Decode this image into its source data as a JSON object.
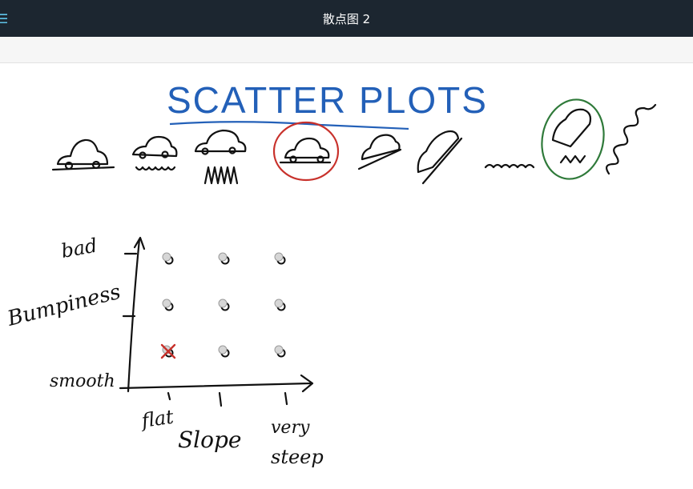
{
  "header": {
    "title": "散点图 2",
    "menu_icon": "menu-icon"
  },
  "whiteboard": {
    "heading": "SCATTER PLOTS",
    "y_axis_label": "Bumpiness",
    "y_top_label": "bad",
    "y_bottom_label": "smooth",
    "x_axis_label": "Slope",
    "x_left_label": "flat",
    "x_right_label_line1": "very",
    "x_right_label_line2": "steep",
    "highlight_color_red": "#c8312b",
    "highlight_color_green": "#2f7a3a",
    "heading_color": "#2360b8"
  },
  "chart_data": {
    "type": "scatter",
    "title": "SCATTER PLOTS",
    "xlabel": "Slope",
    "ylabel": "Bumpiness",
    "x_ticks": [
      "flat",
      "",
      "very steep"
    ],
    "y_ticks": [
      "smooth",
      "",
      "bad"
    ],
    "points": [
      {
        "x": 1,
        "y": 3
      },
      {
        "x": 2,
        "y": 3
      },
      {
        "x": 3,
        "y": 3
      },
      {
        "x": 1,
        "y": 2
      },
      {
        "x": 2,
        "y": 2
      },
      {
        "x": 3,
        "y": 2
      },
      {
        "x": 1,
        "y": 1,
        "marker": "x",
        "color": "#c8312b"
      },
      {
        "x": 2,
        "y": 1
      },
      {
        "x": 3,
        "y": 1
      }
    ]
  }
}
